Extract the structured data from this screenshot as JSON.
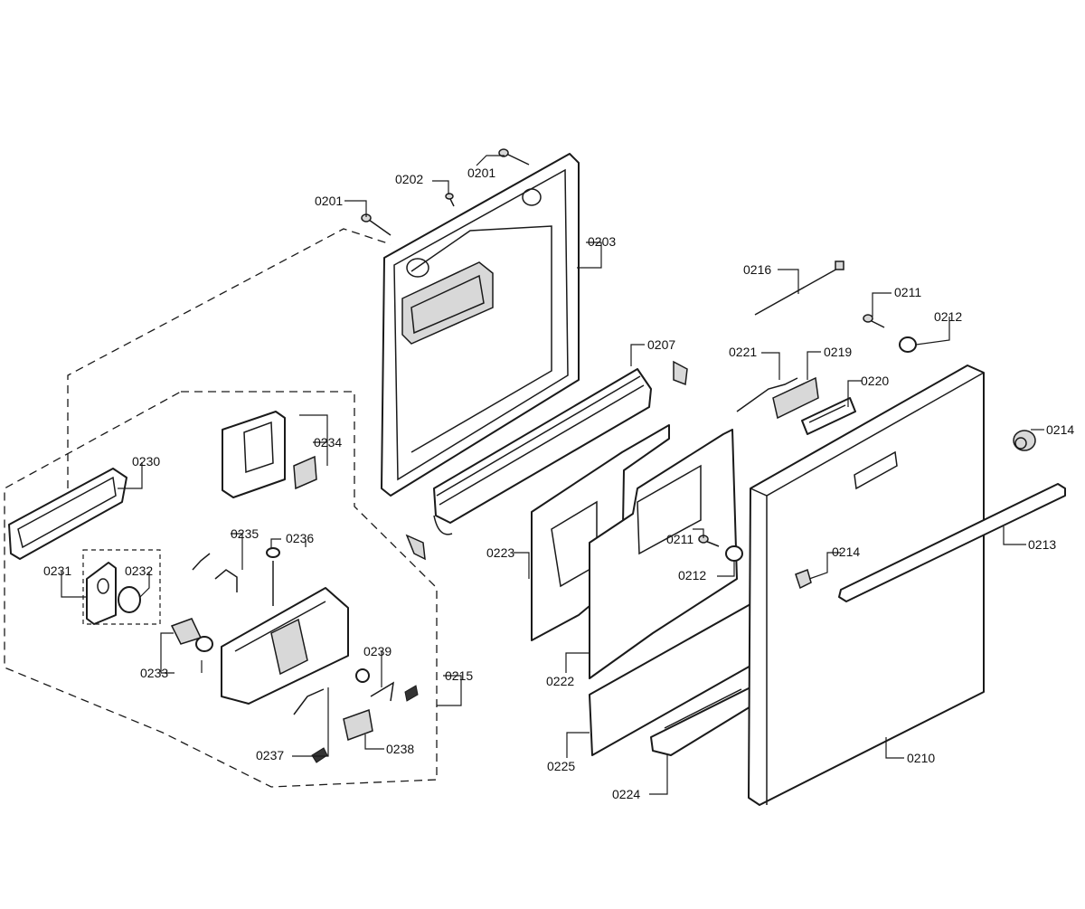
{
  "callouts": {
    "c0201a": "0201",
    "c0201b": "0201",
    "c0202": "0202",
    "c0203": "0203",
    "c0207": "0207",
    "c0210": "0210",
    "c0211a": "0211",
    "c0211b": "0211",
    "c0212a": "0212",
    "c0212b": "0212",
    "c0213": "0213",
    "c0214a": "0214",
    "c0214b": "0214",
    "c0215": "0215",
    "c0216": "0216",
    "c0219": "0219",
    "c0220": "0220",
    "c0221": "0221",
    "c0222": "0222",
    "c0223": "0223",
    "c0224": "0224",
    "c0225": "0225",
    "c0230": "0230",
    "c0231": "0231",
    "c0232": "0232",
    "c0233": "0233",
    "c0234": "0234",
    "c0235": "0235",
    "c0236": "0236",
    "c0237": "0237",
    "c0238": "0238",
    "c0239": "0239"
  }
}
